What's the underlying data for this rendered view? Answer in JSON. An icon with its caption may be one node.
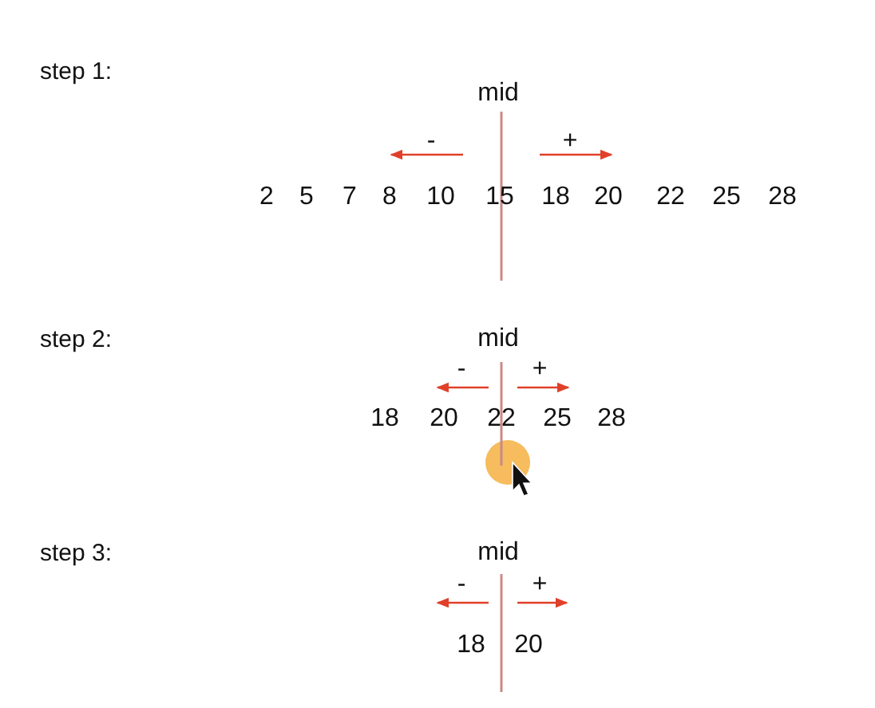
{
  "diagram": {
    "labels": [
      "step 1:",
      "mid",
      "-",
      "+",
      "2",
      "5",
      "7",
      "8",
      "10",
      "15",
      "18",
      "20",
      "22",
      "25",
      "28",
      "step 2:",
      "mid",
      "-",
      "+",
      "18",
      "20",
      "22",
      "25",
      "28",
      "step 3:",
      "mid",
      "-",
      "+",
      "18",
      "20"
    ]
  }
}
